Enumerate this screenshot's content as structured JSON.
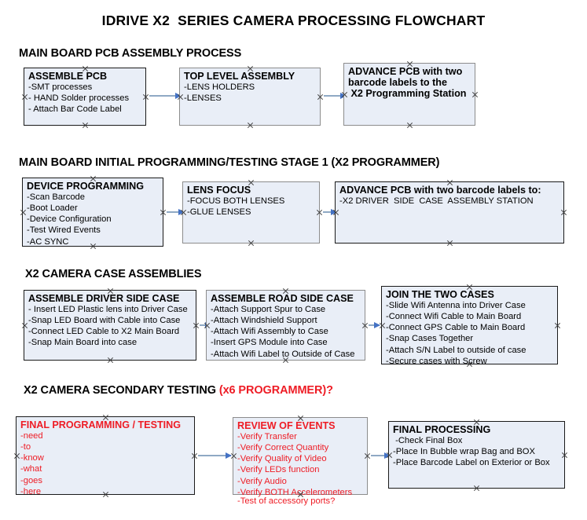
{
  "document": {
    "title": "IDRIVE X2  SERIES CAMERA PROCESSING FLOWCHART"
  },
  "sections": [
    {
      "id": "main-board-pcb-assembly",
      "heading": "MAIN BOARD PCB ASSEMBLY PROCESS",
      "heading_accent": ""
    },
    {
      "id": "main-board-initial-programming",
      "heading": "MAIN BOARD INITIAL PROGRAMMING/TESTING STAGE 1 (X2 PROGRAMMER)",
      "heading_accent": ""
    },
    {
      "id": "x2-camera-case-assemblies",
      "heading": "X2 CAMERA CASE ASSEMBLIES",
      "heading_accent": ""
    },
    {
      "id": "x2-camera-secondary-testing",
      "heading": "X2 CAMERA SECONDARY TESTING ",
      "heading_accent": "(x6 PROGRAMMER)?"
    }
  ],
  "nodes": {
    "assemble_pcb": {
      "title": "ASSEMBLE PCB",
      "lines": [
        "-SMT processes",
        "- HAND Solder processes",
        "- Attach Bar Code Label"
      ]
    },
    "top_level_assembly": {
      "title": "TOP LEVEL ASSEMBLY",
      "lines": [
        "-LENS HOLDERS",
        "-LENSES"
      ]
    },
    "advance_pcb_programming_station": {
      "title": "ADVANCE PCB with two",
      "lines": [
        "barcode labels to the",
        " X2 Programming Station"
      ]
    },
    "device_programming": {
      "title": "DEVICE PROGRAMMING",
      "lines": [
        "-Scan Barcode",
        "-Boot Loader",
        "-Device Configuration",
        "-Test Wired Events",
        "-AC SYNC"
      ]
    },
    "lens_focus": {
      "title": "LENS FOCUS",
      "lines": [
        "-FOCUS BOTH LENSES",
        "-GLUE LENSES"
      ]
    },
    "advance_pcb_driver_side": {
      "title": "ADVANCE PCB with two barcode labels to:",
      "lines": [
        "-X2 DRIVER  SIDE  CASE  ASSEMBLY STATION"
      ]
    },
    "assemble_driver_side_case": {
      "title": "ASSEMBLE DRIVER SIDE CASE",
      "lines": [
        "- Insert LED Plastic lens into Driver Case",
        "-Snap LED Board with Cable into Case",
        "-Connect LED Cable to X2 Main Board",
        "-Snap Main Board into case"
      ]
    },
    "assemble_road_side_case": {
      "title": "ASSEMBLE ROAD SIDE CASE",
      "lines": [
        "-Attach Support Spur to Case",
        "-Attach Windshield Support",
        "-Attach Wifi Assembly to Case",
        "-Insert GPS Module into Case",
        "-Attach Wifi Label to Outside of Case"
      ]
    },
    "join_the_two_cases": {
      "title": "JOIN THE TWO CASES",
      "lines": [
        "-Slide Wifi Antenna into Driver Case",
        "-Connect Wifi Cable to Main Board",
        "-Connect GPS Cable to Main Board",
        "-Snap Cases Together",
        "-Attach S/N Label to outside of case",
        "-Secure cases with Screw"
      ]
    },
    "final_programming_testing": {
      "title": "FINAL PROGRAMMING / TESTING",
      "lines": [
        "-need",
        "-to",
        "-know",
        "-what",
        "-goes",
        "-here"
      ]
    },
    "review_of_events": {
      "title": "REVIEW OF EVENTS",
      "lines": [
        "-Verify Transfer",
        "-Verify Correct Quantity",
        "-Verify Quality of Video",
        "-Verify LEDs function",
        "-Verify Audio",
        "-Verify BOTH Accelerometers"
      ],
      "overflow_line": "-Test of accessory ports?"
    },
    "final_processing": {
      "title": "FINAL PROCESSING",
      "lines": [
        " -Check Final Box",
        "-Place In Bubble wrap Bag and BOX",
        "-Place Barcode Label on Exterior or Box"
      ]
    }
  },
  "colors": {
    "node_fill": "#e9eef7",
    "node_border": "#1a1a1a",
    "node_border_gray": "#8c8c8c",
    "accent_red": "#ee1c25",
    "connector_line": "#8fa9c4",
    "connector_arrow": "#4472c4",
    "text": "#000000",
    "background": "#ffffff"
  }
}
